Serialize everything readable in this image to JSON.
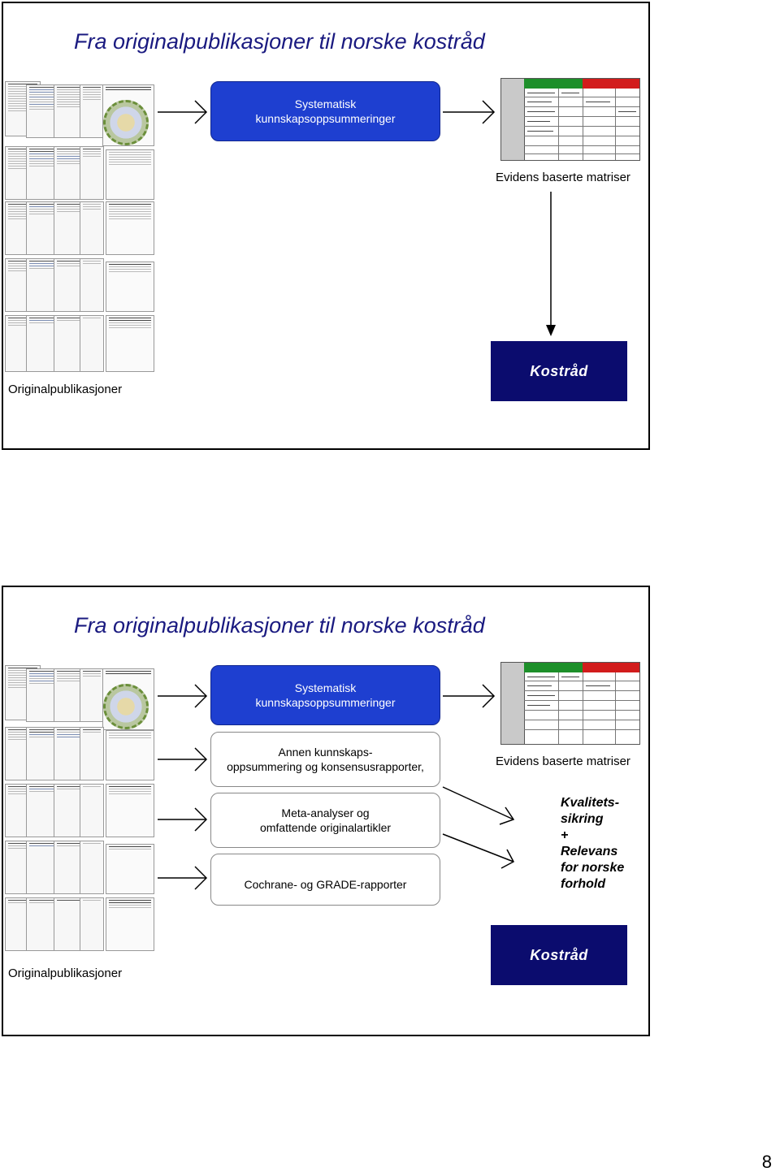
{
  "slide1": {
    "title": "Fra originalpublikasjoner til norske kostråd",
    "blue_box": "Systematisk\nkunnskapsoppsummeringer",
    "matrix_caption": "Evidens baserte matriser",
    "kostrad": "Kostråd",
    "docs_caption": "Originalpublikasjoner"
  },
  "slide2": {
    "title": "Fra originalpublikasjoner til norske kostråd",
    "blue_box": "Systematisk\nkunnskapsoppsummeringer",
    "box_annen": "Annen kunnskaps-\noppsummering og konsensusrapporter,",
    "box_meta": "Meta-analyser og\nomfattende originalartikler",
    "box_cochrane": "Cochrane- og GRADE-rapporter",
    "matrix_caption": "Evidens baserte matriser",
    "quality_lines": [
      "Kvalitets-",
      "sikring",
      "+",
      "Relevans",
      "for norske",
      "forhold"
    ],
    "kostrad": "Kostråd",
    "docs_caption": "Originalpublikasjoner"
  },
  "page_number": "8",
  "colors": {
    "title": "#1a1a80",
    "blue_box": "#1e3fd0",
    "kostrad_bg": "#0b0c6e",
    "matrix_green": "#1d8f2a",
    "matrix_red": "#d21c1c"
  }
}
